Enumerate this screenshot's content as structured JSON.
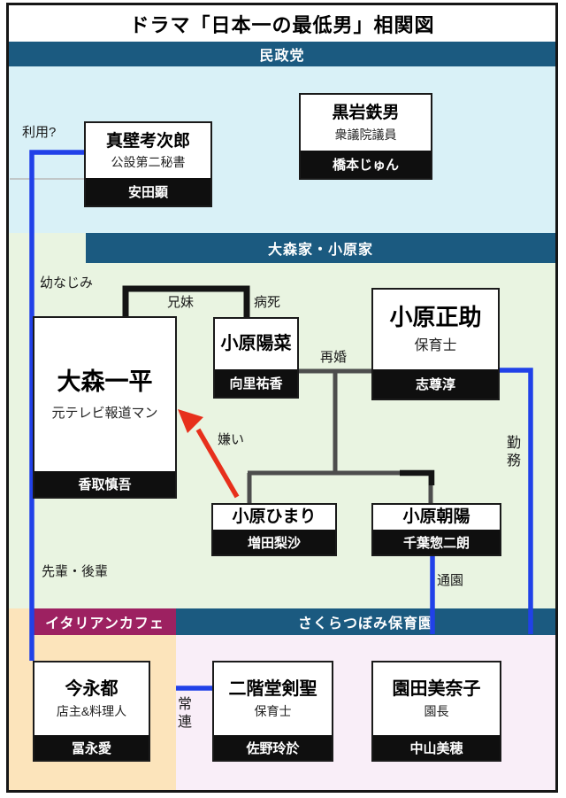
{
  "title": "ドラマ「日本一の最低男」相関図",
  "banners": {
    "minseito": "民政党",
    "omori_obara": "大森家・小原家",
    "italian_cafe": "イタリアンカフェ",
    "nursery": "さくらつぼみ保育園"
  },
  "characters": [
    {
      "name": "黒岩鉄男",
      "role": "衆議院議員",
      "actor": "橋本じゅん"
    },
    {
      "name": "真壁考次郎",
      "role": "公設第二秘書",
      "actor": "安田顕"
    },
    {
      "name": "大森一平",
      "role": "元テレビ報道マン",
      "actor": "香取慎吾"
    },
    {
      "name": "小原陽菜",
      "actor": "向里祐香"
    },
    {
      "name": "小原正助",
      "role": "保育士",
      "actor": "志尊淳"
    },
    {
      "name": "小原ひまり",
      "actor": "増田梨沙"
    },
    {
      "name": "小原朝陽",
      "actor": "千葉惣二朗"
    },
    {
      "name": "今永都",
      "role": "店主&料理人",
      "actor": "冨永愛"
    },
    {
      "name": "二階堂剣聖",
      "role": "保育士",
      "actor": "佐野玲於"
    },
    {
      "name": "園田美奈子",
      "role": "園長",
      "actor": "中山美穂"
    }
  ],
  "relations": {
    "riyou": "利用?",
    "osananajimi": "幼なじみ",
    "kyodai": "兄妹",
    "byoshi": "病死",
    "saikon": "再婚",
    "kirai": "嫌い",
    "kinmu": "勤務",
    "senpai_kohai": "先輩・後輩",
    "tsuen": "通園",
    "joren": "常連"
  },
  "colors": {
    "banner_blue": "#1b5a80",
    "banner_magenta": "#9d2161",
    "section_cyan": "#d9f1f7",
    "section_green": "#e9f4e1",
    "section_orange": "#fce4bb",
    "section_pink": "#f9eef8",
    "relation_blue": "#2141e8",
    "relation_gray": "#4d4d4d",
    "relation_black": "#141414",
    "arrow_red": "#e7301c"
  }
}
